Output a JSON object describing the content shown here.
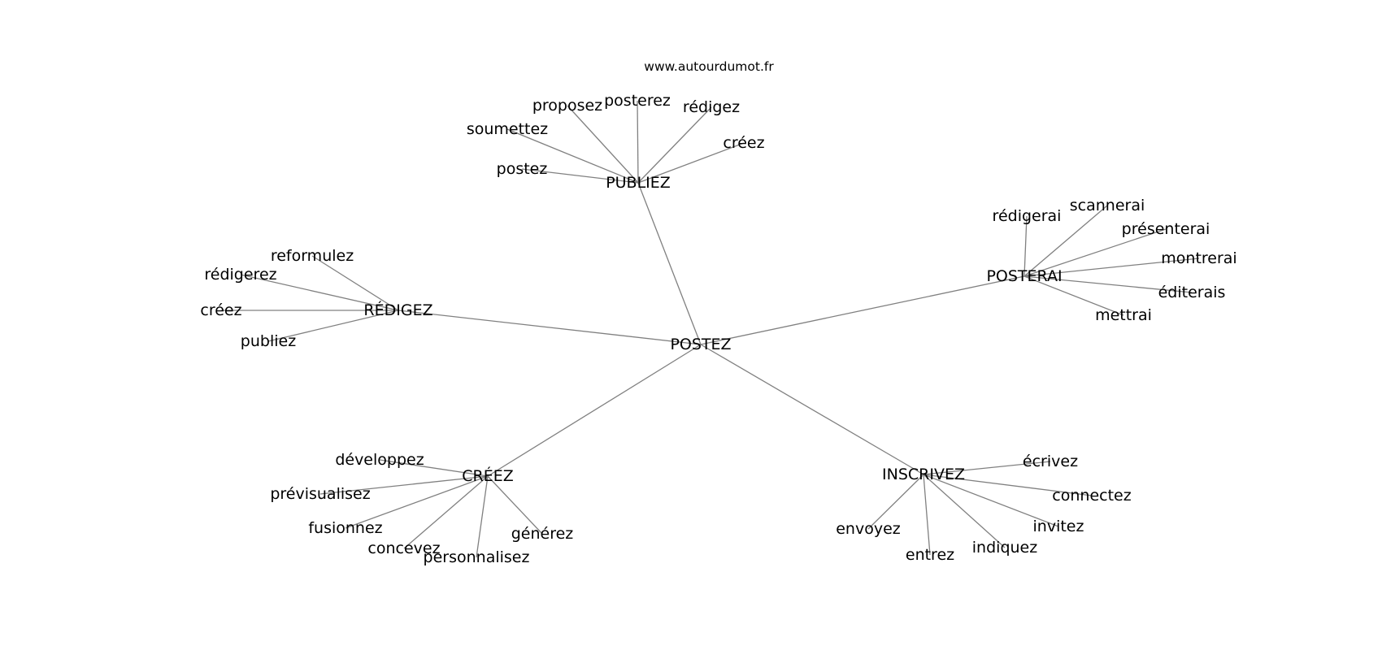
{
  "watermark": "www.autourdumot.fr",
  "colors": {
    "edge": "#808080",
    "text": "#000000",
    "background": "#ffffff"
  },
  "center": "POSTEZ",
  "clusters": [
    {
      "hub": "PUBLIEZ",
      "words": [
        "postez",
        "soumettez",
        "proposez",
        "posterez",
        "rédigez",
        "créez"
      ]
    },
    {
      "hub": "POSTERAI",
      "words": [
        "rédigerai",
        "scannerai",
        "présenterai",
        "montrerai",
        "éditerais",
        "mettrai"
      ]
    },
    {
      "hub": "RÉDIGEZ",
      "words": [
        "reformulez",
        "rédigerez",
        "créez",
        "publiez"
      ]
    },
    {
      "hub": "CRÉEZ",
      "words": [
        "développez",
        "prévisualisez",
        "fusionnez",
        "concevez",
        "personnalisez",
        "générez"
      ]
    },
    {
      "hub": "INSCRIVEZ",
      "words": [
        "écrivez",
        "connectez",
        "invitez",
        "indiquez",
        "entrez",
        "envoyez"
      ]
    }
  ]
}
